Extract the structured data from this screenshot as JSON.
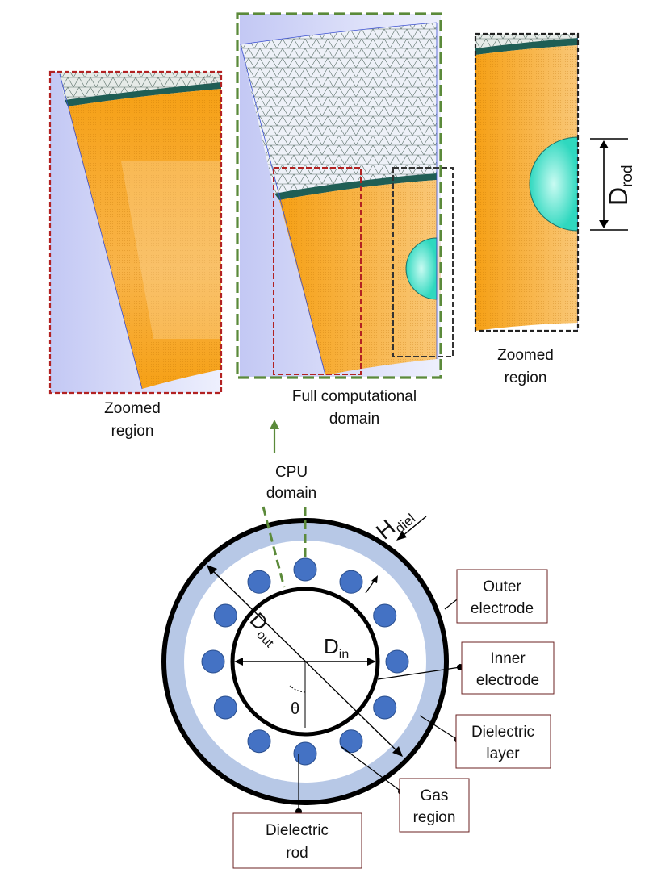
{
  "panels": {
    "left_zoom": {
      "caption_line1": "Zoomed",
      "caption_line2": "region"
    },
    "full_domain": {
      "caption_line1": "Full computational",
      "caption_line2": "domain"
    },
    "right_zoom": {
      "caption_line1": "Zoomed",
      "caption_line2": "region",
      "dim_label_main": "D",
      "dim_label_sub": "rod"
    }
  },
  "schematic": {
    "cpu_domain_line1": "CPU",
    "cpu_domain_line2": "domain",
    "h_diel_main": "H",
    "h_diel_sub": "diel",
    "d_out_main": "D",
    "d_out_sub": "out",
    "d_in_main": "D",
    "d_in_sub": "in",
    "theta": "θ",
    "callouts": {
      "outer_electrode": [
        "Outer",
        "electrode"
      ],
      "inner_electrode": [
        "Inner",
        "electrode"
      ],
      "dielectric_layer": [
        "Dielectric",
        "layer"
      ],
      "gas_region": [
        "Gas",
        "region"
      ],
      "dielectric_rod": [
        "Dielectric",
        "rod"
      ]
    },
    "rod_count": 12
  },
  "colors": {
    "orange": "#f7a21b",
    "cyan": "#37e0c8",
    "lavender": "#c8cdf5",
    "dielectric": "#b7c8e6",
    "rod": "#4472c4",
    "red_frame": "#b22222",
    "green_frame": "#5b8a3a",
    "black_frame": "#222222"
  }
}
